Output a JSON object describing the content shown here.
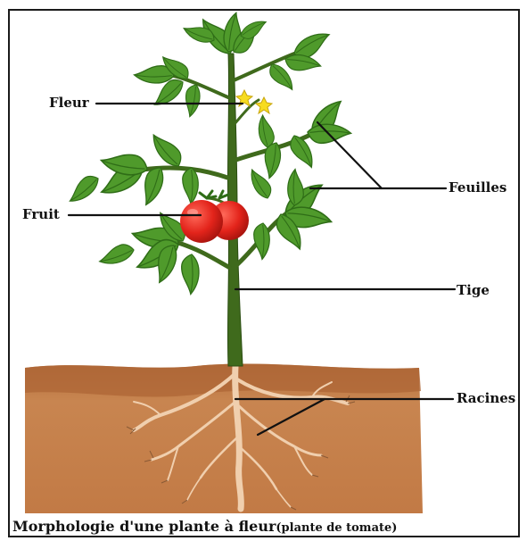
{
  "labels": {
    "fleur": "Fleur",
    "fruit": "Fruit",
    "feuilles": "Feuilles",
    "tige": "Tige",
    "racines": "Racines"
  },
  "caption": {
    "main": "Morphologie d'une plante à fleur",
    "sub": "(plante de tomate)"
  },
  "colors": {
    "leaf": "#4f9a2b",
    "leaf_dark": "#2f6d17",
    "stem": "#3f6a1c",
    "tomato": "#e3241b",
    "flower": "#f7dc1f",
    "soil": "#c47c46",
    "soil_top": "#b06a3a",
    "root": "#f0cfae"
  }
}
